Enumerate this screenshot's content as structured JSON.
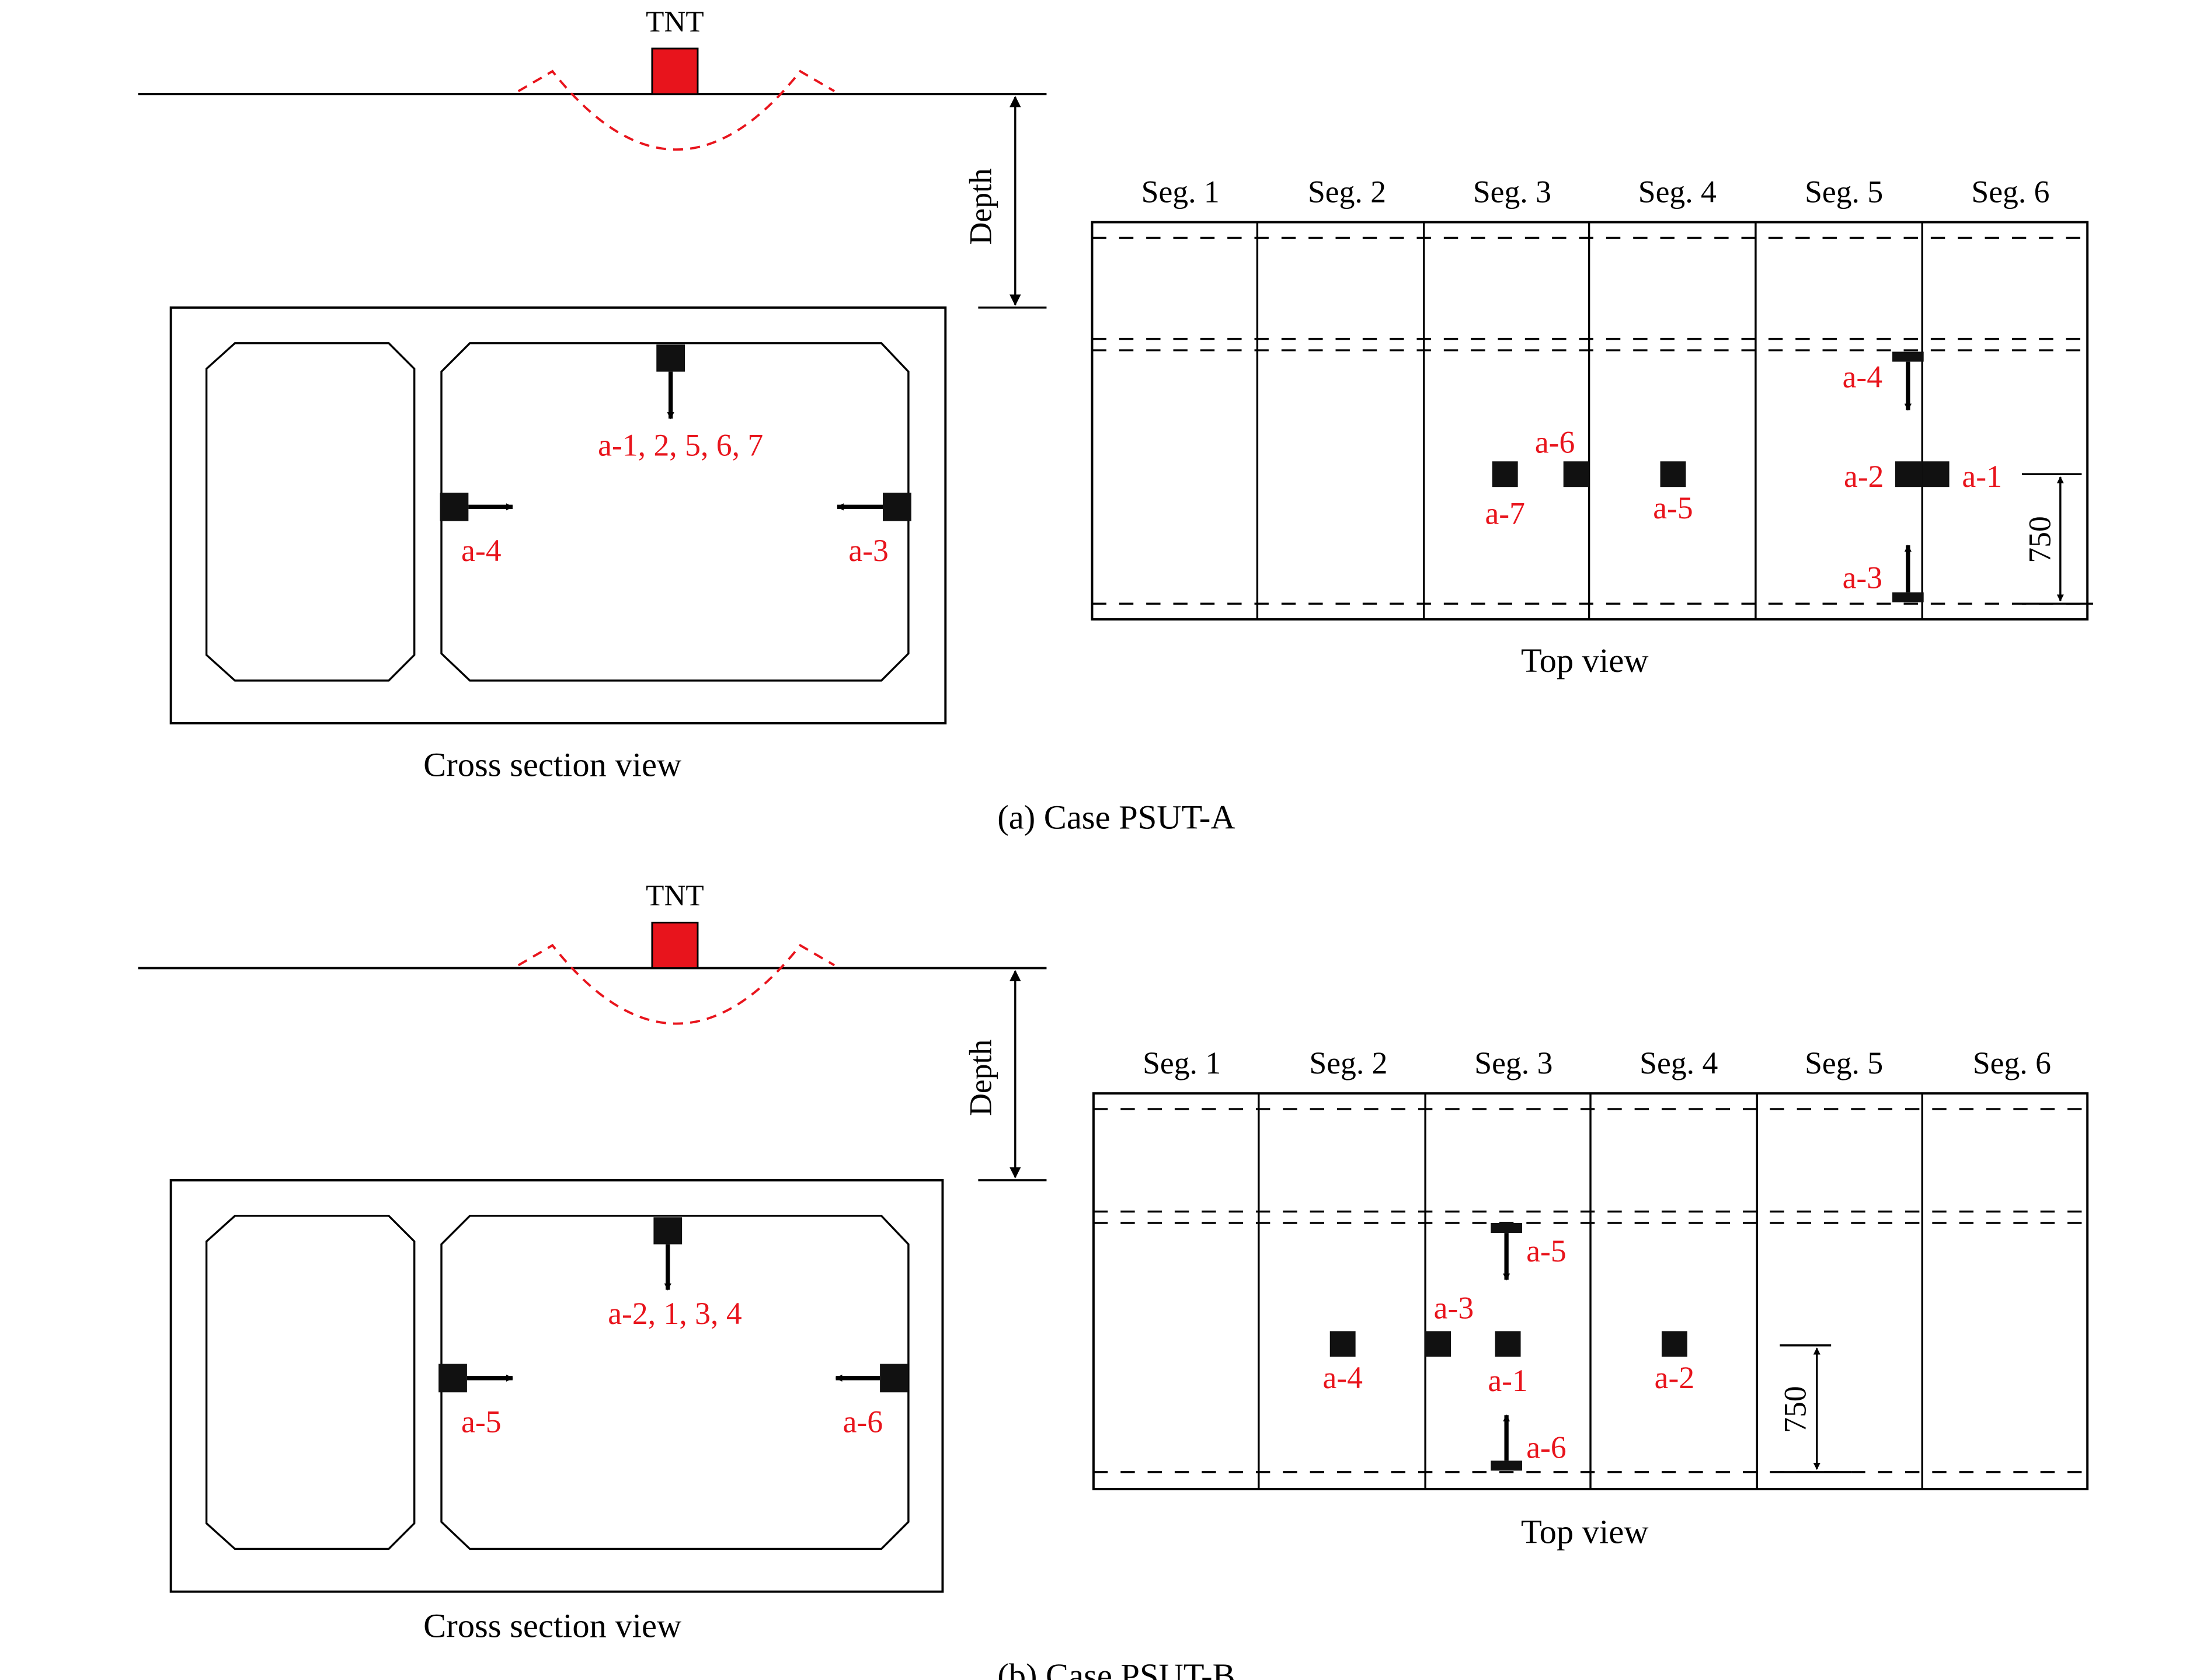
{
  "panel_a": {
    "tnt": "TNT",
    "depth": "Depth",
    "cross_label": "a-1, 2, 5, 6, 7",
    "left_wall": "a-4",
    "right_wall": "a-3",
    "cross_caption": "Cross section view",
    "segments": [
      "Seg. 1",
      "Seg. 2",
      "Seg. 3",
      "Seg. 4",
      "Seg. 5",
      "Seg. 6"
    ],
    "top": {
      "a6": "a-6",
      "a7": "a-7",
      "a5": "a-5",
      "a4": "a-4",
      "a2": "a-2",
      "a1": "a-1",
      "a3": "a-3",
      "dim": "750"
    },
    "top_caption": "Top view",
    "caption": "(a) Case PSUT-A"
  },
  "panel_b": {
    "tnt": "TNT",
    "depth": "Depth",
    "cross_label": "a-2, 1, 3, 4",
    "left_wall": "a-5",
    "right_wall": "a-6",
    "cross_caption": "Cross section view",
    "segments": [
      "Seg. 1",
      "Seg. 2",
      "Seg. 3",
      "Seg. 4",
      "Seg. 5",
      "Seg. 6"
    ],
    "top": {
      "a5": "a-5",
      "a3": "a-3",
      "a4": "a-4",
      "a1": "a-1",
      "a2": "a-2",
      "a6": "a-6",
      "dim": "750"
    },
    "top_caption": "Top view",
    "caption": "(b) Case PSUT-B"
  },
  "colors": {
    "sensor_label": "#e8141c",
    "tnt": "#e8141c",
    "line": "#000000"
  }
}
